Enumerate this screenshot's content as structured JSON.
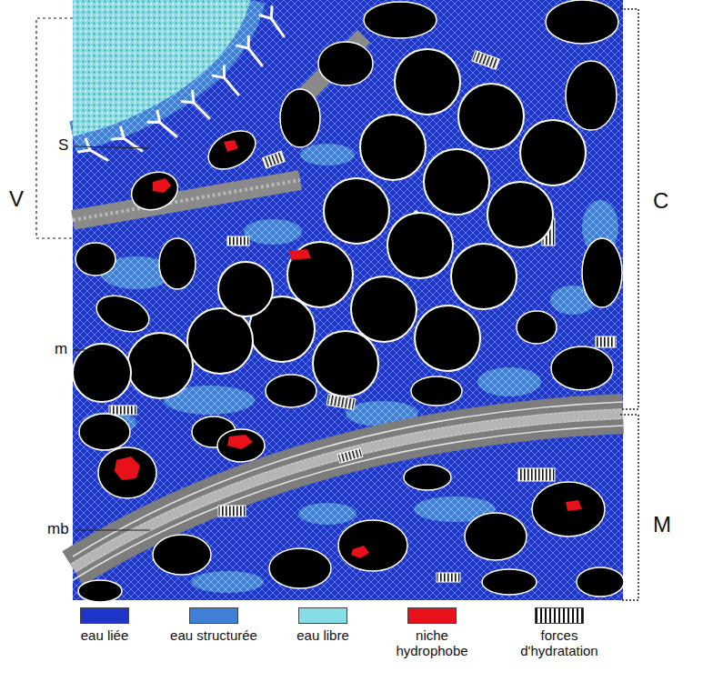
{
  "diagram": {
    "labels": [
      "V",
      "S",
      "C",
      "m",
      "M",
      "mb"
    ],
    "legend": [
      {
        "text": "eau liée",
        "color": "#1f35c8"
      },
      {
        "text": "eau structurée",
        "color": "#3f7fd6"
      },
      {
        "text": "eau libre",
        "color": "#86dde6"
      },
      {
        "text": "niche hydrophobe",
        "color": "#e8101a"
      },
      {
        "text": "forces d'hydratation"
      }
    ]
  }
}
